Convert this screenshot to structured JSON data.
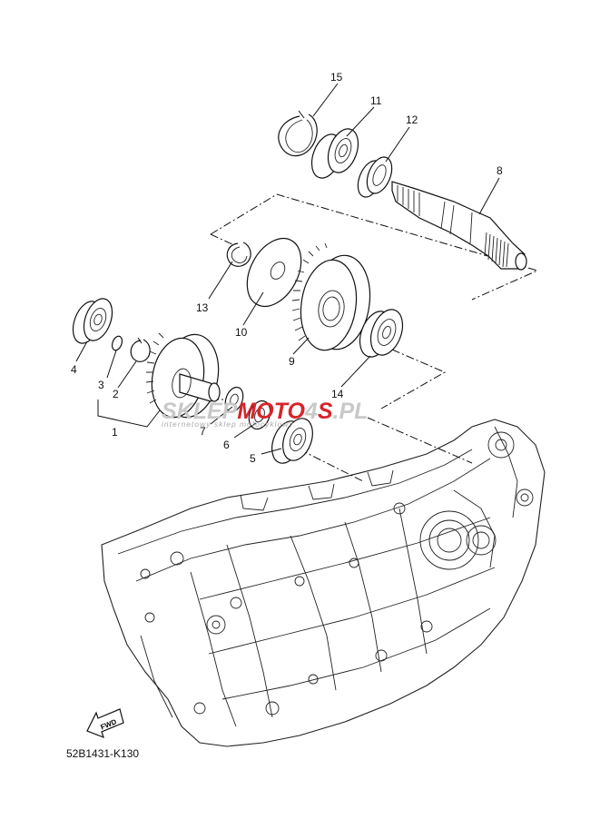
{
  "diagram_code": "52B1431-K130",
  "fwd_label": "FWD",
  "watermark": {
    "text_gray_1": "SKLEP",
    "text_red_1": "MOTO",
    "text_gray_2": "4",
    "text_red_2": "S",
    "text_gray_3": ".PL",
    "tagline": "internetowy sklep motocyklowy"
  },
  "callouts": [
    "1",
    "2",
    "3",
    "4",
    "5",
    "6",
    "7",
    "8",
    "9",
    "10",
    "11",
    "12",
    "13",
    "14",
    "15"
  ]
}
